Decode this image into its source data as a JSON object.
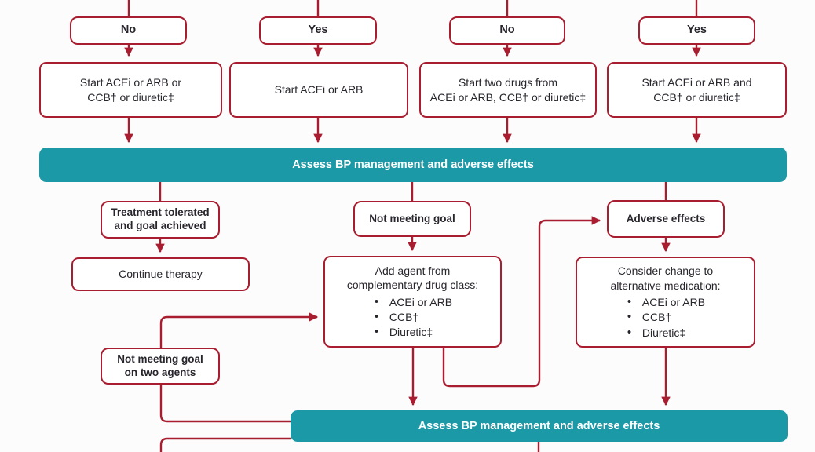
{
  "flowchart": {
    "decisions": [
      {
        "label": "No"
      },
      {
        "label": "Yes"
      },
      {
        "label": "No"
      },
      {
        "label": "Yes"
      }
    ],
    "start_boxes": [
      {
        "lines": [
          "Start ACEi or ARB or",
          "CCB† or diuretic‡"
        ]
      },
      {
        "lines": [
          "Start ACEi or ARB",
          ""
        ]
      },
      {
        "lines": [
          "Start two drugs from",
          "ACEi or ARB, CCB† or diuretic‡"
        ]
      },
      {
        "lines": [
          "Start ACEi or ARB and",
          "CCB† or diuretic‡"
        ]
      }
    ],
    "banner1": {
      "label": "Assess BP management and adverse effects"
    },
    "banner2": {
      "label": "Assess BP management and  adverse effects"
    },
    "outcome_labels": {
      "tolerated": {
        "lines": [
          "Treatment tolerated",
          "and goal achieved"
        ]
      },
      "not_meeting_goal": {
        "label": "Not meeting goal"
      },
      "adverse_effects": {
        "label": "Adverse effects"
      },
      "not_meeting_goal_two_agents": {
        "lines": [
          "Not meeting goal",
          "on two agents"
        ]
      }
    },
    "actions": {
      "continue_therapy": {
        "label": "Continue therapy"
      },
      "add_agent": {
        "title_lines": [
          "Add agent from",
          "complementary drug class:"
        ],
        "items": [
          "ACEi or ARB",
          "CCB†",
          "Diuretic‡"
        ]
      },
      "consider_change": {
        "title_lines": [
          "Consider change to",
          "alternative medication:"
        ],
        "items": [
          "ACEi or ARB",
          "CCB†",
          "Diuretic‡"
        ]
      }
    }
  },
  "colors": {
    "line": "#A81E30",
    "banner": "#1C99A6",
    "text": "#28252C",
    "banner_text": "#FFFFFF",
    "background": "#FCFCFC"
  }
}
